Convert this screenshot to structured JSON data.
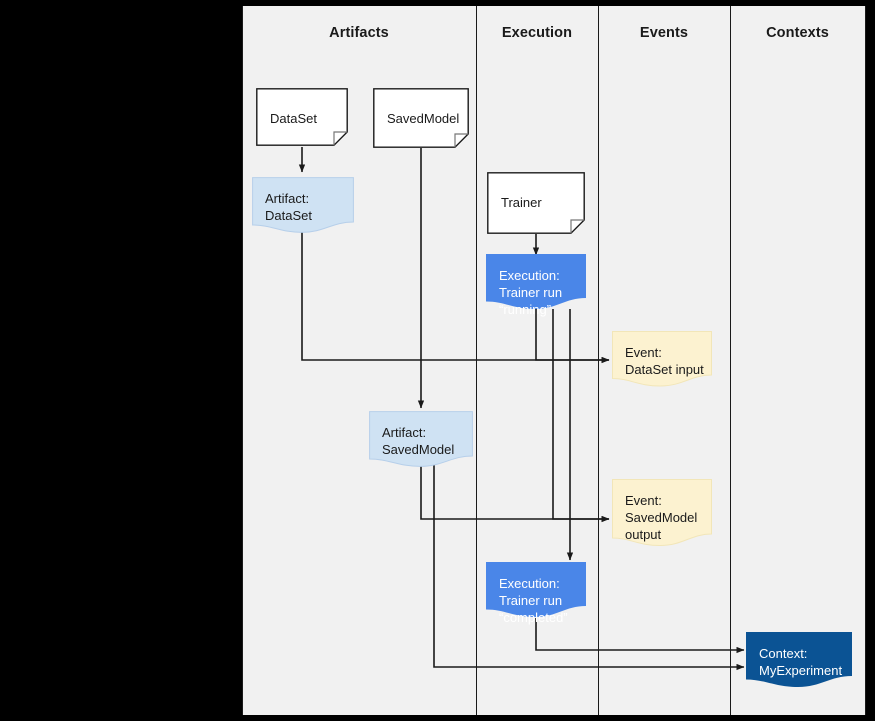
{
  "canvas": {
    "background": "#f1f1f1",
    "outside_background": "#000000",
    "border_color": "#1a1a1a"
  },
  "lanes": [
    {
      "id": "artifacts",
      "title": "Artifacts"
    },
    {
      "id": "execution",
      "title": "Execution"
    },
    {
      "id": "events",
      "title": "Events"
    },
    {
      "id": "contexts",
      "title": "Contexts"
    }
  ],
  "colors": {
    "artifact_fill": "#cfe2f3",
    "artifact_stroke": "#8faadc",
    "execution_fill": "#4a86e8",
    "event_fill": "#fcf2d0",
    "event_stroke": "#e8d79a",
    "context_fill": "#0b5394",
    "document_fill": "#ffffff",
    "document_stroke": "#1a1a1a",
    "connector": "#1a1a1a",
    "text_dark": "#1a1a1a",
    "text_light": "#ffffff"
  },
  "nodes": {
    "dataset_doc": {
      "label": "DataSet",
      "lane": "artifacts",
      "kind": "document"
    },
    "savedmodel_doc": {
      "label": "SavedModel",
      "lane": "artifacts",
      "kind": "document"
    },
    "trainer_doc": {
      "label": "Trainer",
      "lane": "execution",
      "kind": "document"
    },
    "artifact_dataset": {
      "label": "Artifact:\nDataSet",
      "lane": "artifacts",
      "kind": "artifact"
    },
    "artifact_savedmodel": {
      "label": "Artifact:\nSavedModel",
      "lane": "artifacts",
      "kind": "artifact"
    },
    "execution_running": {
      "label": "Execution:\nTrainer run\n“running”",
      "lane": "execution",
      "kind": "execution"
    },
    "execution_completed": {
      "label": "Execution:\nTrainer run\n“completed”",
      "lane": "execution",
      "kind": "execution"
    },
    "event_dataset_input": {
      "label": "Event:\nDataSet input",
      "lane": "events",
      "kind": "event"
    },
    "event_savedmodel_output": {
      "label": "Event:\nSavedModel\noutput",
      "lane": "events",
      "kind": "event"
    },
    "context_myexperiment": {
      "label": "Context:\nMyExperiment",
      "lane": "contexts",
      "kind": "context"
    }
  }
}
